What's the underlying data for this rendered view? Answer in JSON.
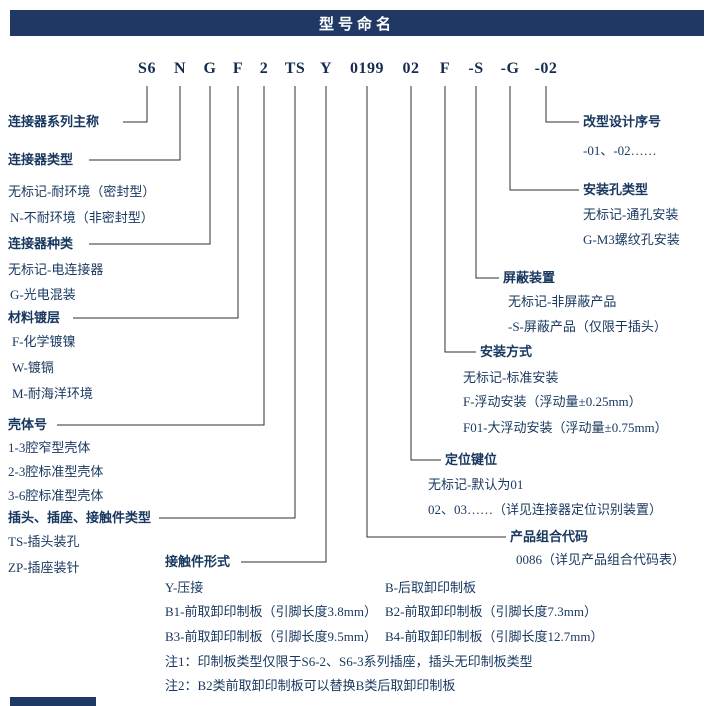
{
  "header": {
    "title": "型号命名",
    "bg_color": "#1f3864"
  },
  "code": {
    "parts": [
      "S6",
      "N",
      "G",
      "F",
      "2",
      "TS",
      "Y",
      "0199",
      "02",
      "F",
      "-S",
      "-G",
      "-02"
    ]
  },
  "left_sections": [
    {
      "title": "连接器系列主称",
      "items": []
    },
    {
      "title": "连接器类型",
      "items": [
        "无标记-耐环境（密封型）",
        "N-不耐环境（非密封型）"
      ]
    },
    {
      "title": "连接器种类",
      "items": [
        "无标记-电连接器",
        "G-光电混装"
      ]
    },
    {
      "title": "材料镀层",
      "items": [
        "F-化学镀镍",
        "W-镀镉",
        "M-耐海洋环境"
      ]
    },
    {
      "title": "壳体号",
      "items": [
        "1-3腔窄型壳体",
        "2-3腔标准型壳体",
        "3-6腔标准型壳体"
      ]
    },
    {
      "title": "插头、插座、接触件类型",
      "items": [
        "TS-插头装孔",
        "ZP-插座装针"
      ]
    }
  ],
  "contact_form": {
    "title": "接触件形式",
    "col1": [
      "Y-压接",
      "B1-前取卸印制板（引脚长度3.8mm）",
      "B3-前取卸印制板（引脚长度9.5mm）"
    ],
    "col2": [
      "B-后取卸印制板",
      "B2-前取卸印制板（引脚长度7.3mm）",
      "B4-前取卸印制板（引脚长度12.7mm）"
    ],
    "notes": [
      "注1：印制板类型仅限于S6-2、S6-3系列插座，插头无印制板类型",
      "注2：B2类前取卸印制板可以替换B类后取卸印制板"
    ]
  },
  "right_sections": [
    {
      "title": "改型设计序号",
      "items": [
        "-01、-02……"
      ]
    },
    {
      "title": "安装孔类型",
      "items": [
        "无标记-通孔安装",
        "G-M3螺纹孔安装"
      ]
    },
    {
      "title": "屏蔽装置",
      "items": [
        "无标记-非屏蔽产品",
        "-S-屏蔽产品（仅限于插头）"
      ]
    },
    {
      "title": "安装方式",
      "items": [
        "无标记-标准安装",
        "F-浮动安装（浮动量±0.25mm）",
        "F01-大浮动安装（浮动量±0.75mm）"
      ]
    },
    {
      "title": "定位键位",
      "items": [
        "无标记-默认为01",
        "02、03……（详见连接器定位识别装置）"
      ]
    },
    {
      "title": "产品组合代码",
      "items": [
        "0086（详见产品组合代码表）"
      ]
    }
  ]
}
